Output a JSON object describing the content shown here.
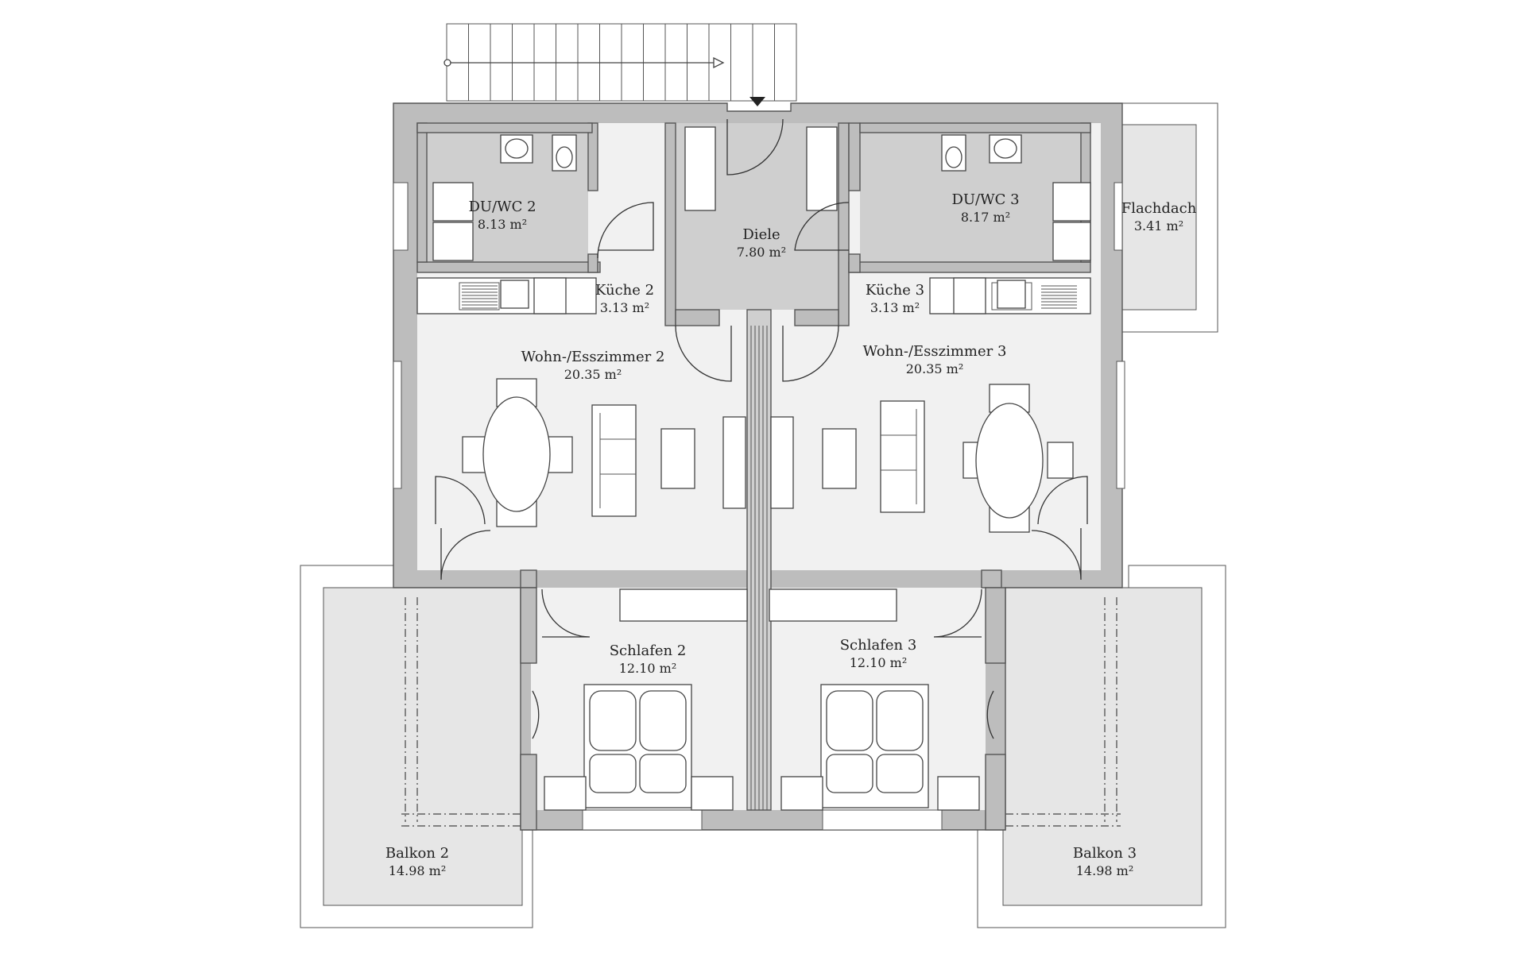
{
  "rooms": {
    "duwc2": {
      "name": "DU/WC 2",
      "area": "8.13 m²"
    },
    "duwc3": {
      "name": "DU/WC 3",
      "area": "8.17 m²"
    },
    "diele": {
      "name": "Diele",
      "area": "7.80 m²"
    },
    "flachdach": {
      "name": "Flachdach",
      "area": "3.41 m²"
    },
    "kueche2": {
      "name": "Küche 2",
      "area": "3.13 m²"
    },
    "kueche3": {
      "name": "Küche 3",
      "area": "3.13 m²"
    },
    "wohn2": {
      "name": "Wohn-/Esszimmer 2",
      "area": "20.35 m²"
    },
    "wohn3": {
      "name": "Wohn-/Esszimmer 3",
      "area": "20.35 m²"
    },
    "schlafen2": {
      "name": "Schlafen 2",
      "area": "12.10 m²"
    },
    "schlafen3": {
      "name": "Schlafen 3",
      "area": "12.10 m²"
    },
    "balkon2": {
      "name": "Balkon 2",
      "area": "14.98 m²"
    },
    "balkon3": {
      "name": "Balkon 3",
      "area": "14.98 m²"
    }
  },
  "colors": {
    "wall": "#bdbdbd",
    "wet_floor": "#cfcfcf",
    "living_floor": "#f1f1f1",
    "line": "#444444"
  }
}
